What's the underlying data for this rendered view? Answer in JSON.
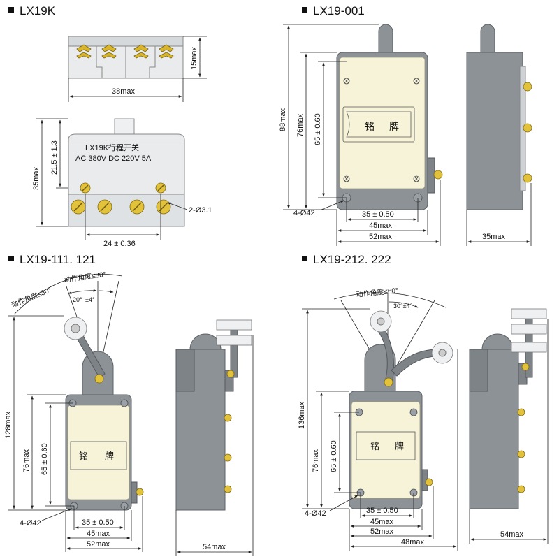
{
  "sections": {
    "lx19k": {
      "title": "LX19K"
    },
    "lx19_001": {
      "title": "LX19-001"
    },
    "lx19_111": {
      "title": "LX19-111. 121"
    },
    "lx19_212": {
      "title": "LX19-212. 222"
    }
  },
  "lx19k": {
    "dim_15max": "15max",
    "dim_38max": "38max",
    "dim_35max": "35max",
    "dim_21_5": "21.5 ± 1.3",
    "label_line1": "LX19K行程开关",
    "label_line2": "AC 380V DC 220V 5A",
    "dim_2_phi": "2-Ø3.1",
    "dim_24": "24 ± 0.36"
  },
  "lx19_001": {
    "dim_88max": "88max",
    "dim_76max": "76max",
    "dim_65": "65 ± 0.60",
    "dim_4_phi": "4-Ø42",
    "dim_35": "35 ± 0.50",
    "dim_45max": "45max",
    "dim_52max": "52max",
    "dim_side_35max": "35max",
    "plate_char1": "铭",
    "plate_char2": "牌"
  },
  "lx19_111": {
    "angle_label1": "动作角度≤30°",
    "angle_label2": "动作角度≤30°",
    "angle_20": "20°",
    "angle_4": "±4°",
    "dim_128max": "128max",
    "dim_76max": "76max",
    "dim_65": "65 ± 0.60",
    "dim_4_phi": "4-Ø42",
    "dim_35": "35 ± 0.50",
    "dim_45max": "45max",
    "dim_52max": "52max",
    "dim_side_54max": "54max",
    "plate_char1": "铭",
    "plate_char2": "牌"
  },
  "lx19_212": {
    "angle_label": "动作角度≤60°",
    "angle_30": "30°±4°",
    "dim_136max": "136max",
    "dim_76max": "76max",
    "dim_65": "65 ± 0.60",
    "dim_4_phi": "4-Ø42",
    "dim_35": "35 ± 0.50",
    "dim_45max": "45max",
    "dim_52max": "52max",
    "dim_48max": "48max",
    "dim_side_54max": "54max",
    "plate_char1": "铭",
    "plate_char2": "牌"
  },
  "colors": {
    "body_gray": "#8d9297",
    "plate": "#f7f3d8",
    "screw": "#e2c23b"
  }
}
